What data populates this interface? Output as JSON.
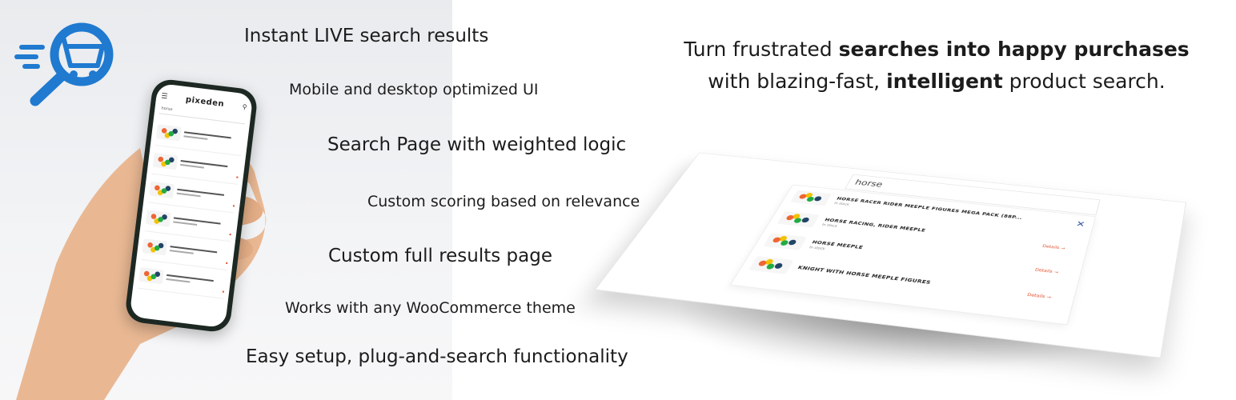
{
  "colors": {
    "brand_blue": "#1f7ad0",
    "accent_orange": "#e2502c",
    "text_dark": "#1c1c1c"
  },
  "logo": {
    "icon": "cart-search-icon"
  },
  "features": [
    "Instant LIVE search results",
    "Mobile and desktop optimized UI",
    "Search Page with weighted logic",
    "Custom scoring based on relevance",
    "Custom full results page",
    "Works with any WooCommerce theme",
    "Easy setup, plug-and-search functionality"
  ],
  "headline": {
    "line1_plain": "Turn frustrated ",
    "line1_bold": "searches into happy purchases",
    "line2_plain_a": "with blazing-fast, ",
    "line2_bold": "intelligent",
    "line2_plain_b": " product search."
  },
  "phone": {
    "brand": "pixeden",
    "query": "horse",
    "menu_icon": "menu-icon",
    "search_icon": "search-icon"
  },
  "desktop_mockup": {
    "query": "horse",
    "close_icon": "close-icon",
    "results": [
      {
        "title": "HORSE RACER RIDER MEEPLE FIGURES MEGA PACK (88P...",
        "stock": "In stock",
        "action": ""
      },
      {
        "title": "HORSE RACING, RIDER MEEPLE",
        "stock": "In stock",
        "action": "Details →"
      },
      {
        "title": "HORSE MEEPLE",
        "stock": "In stock",
        "action": "Details →"
      },
      {
        "title": "KNIGHT WITH HORSE MEEPLE FIGURES",
        "stock": "",
        "action": "Details →"
      }
    ]
  }
}
